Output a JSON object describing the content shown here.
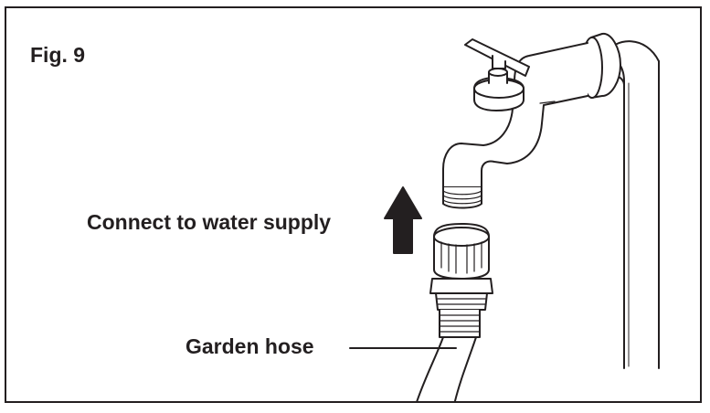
{
  "figure": {
    "label": "Fig. 9"
  },
  "labels": {
    "connect": "Connect to water supply",
    "hose": "Garden hose"
  },
  "icons": {
    "arrow": "arrow-up-icon"
  },
  "colors": {
    "ink": "#231f20",
    "paper": "#ffffff"
  }
}
